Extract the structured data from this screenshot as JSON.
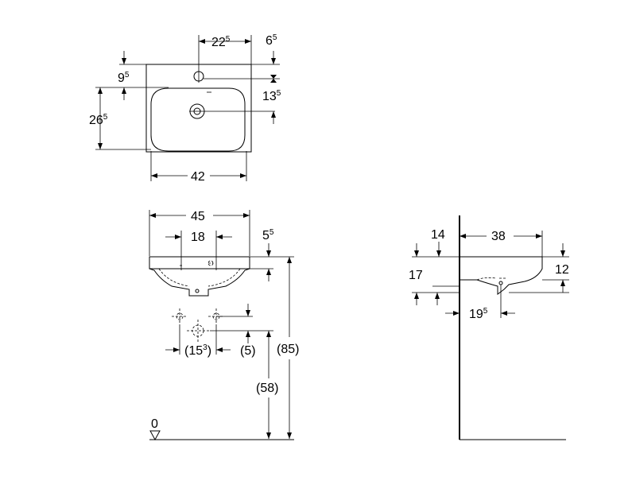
{
  "top_view": {
    "dim_hole_offset": {
      "main": "22",
      "sup": "5"
    },
    "dim_right_edge": {
      "main": "6",
      "sup": "5"
    },
    "dim_hole_from_top": {
      "main": "9",
      "sup": "5"
    },
    "dim_drain_from_hole": {
      "main": "13",
      "sup": "5"
    },
    "dim_depth": {
      "main": "26",
      "sup": "5"
    },
    "dim_width": "42"
  },
  "front_view": {
    "dim_width": "45",
    "dim_tap_spacing": "18",
    "dim_rim": {
      "main": "5",
      "sup": "5"
    },
    "dim_supply_spacing": {
      "open": "(15",
      "sup": "3",
      "close": ")"
    },
    "dim_supply_offset": "(5)",
    "dim_total_height": "(85)",
    "dim_supply_height": "(58)",
    "floor_level": "0"
  },
  "side_view": {
    "dim_wall_gap": "14",
    "dim_projection": "38",
    "dim_rim_height": "12",
    "dim_overall_height": "17",
    "dim_drain_from_wall": {
      "main": "19",
      "sup": "5"
    }
  }
}
